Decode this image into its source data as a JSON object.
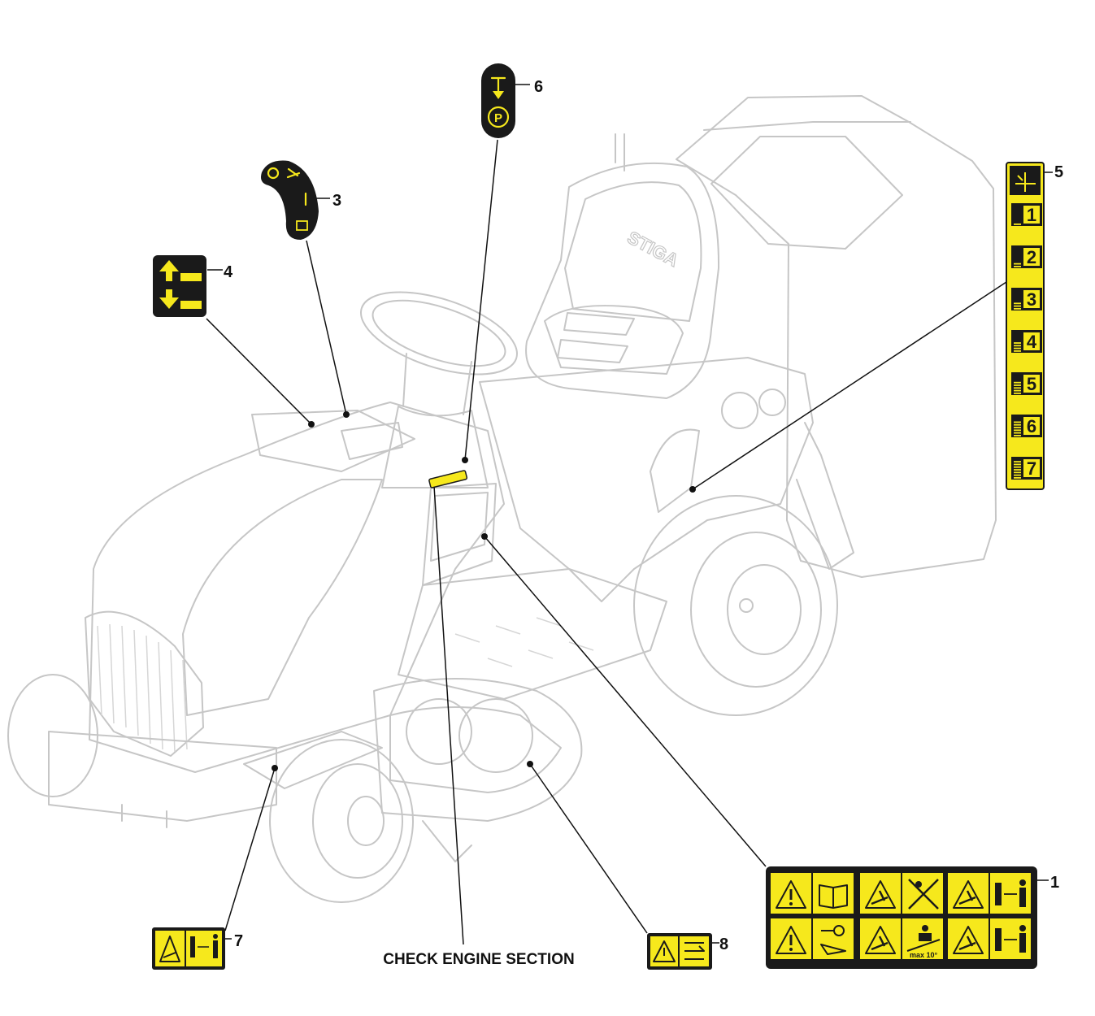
{
  "diagram": {
    "callouts": [
      {
        "id": "1",
        "label": "1"
      },
      {
        "id": "3",
        "label": "3"
      },
      {
        "id": "4",
        "label": "4"
      },
      {
        "id": "5",
        "label": "5"
      },
      {
        "id": "6",
        "label": "6"
      },
      {
        "id": "7",
        "label": "7"
      },
      {
        "id": "8",
        "label": "8"
      }
    ],
    "brand_on_seat": "STIGA",
    "footer_note": "CHECK ENGINE SECTION",
    "height_positions": [
      "1",
      "2",
      "3",
      "4",
      "5",
      "6",
      "7"
    ],
    "slope_warning": "max 10°",
    "colors": {
      "label_yellow": "#f6e81c",
      "label_black": "#1a1a1a",
      "mower_outline": "#c6c6c6",
      "leader_line": "#111111"
    },
    "icons": [
      "warning-icon",
      "manual-icon",
      "keep-distance-icon",
      "parking-brake-icon",
      "key-icon",
      "slope-icon",
      "throttle-icon",
      "mower-lift-icon"
    ]
  }
}
